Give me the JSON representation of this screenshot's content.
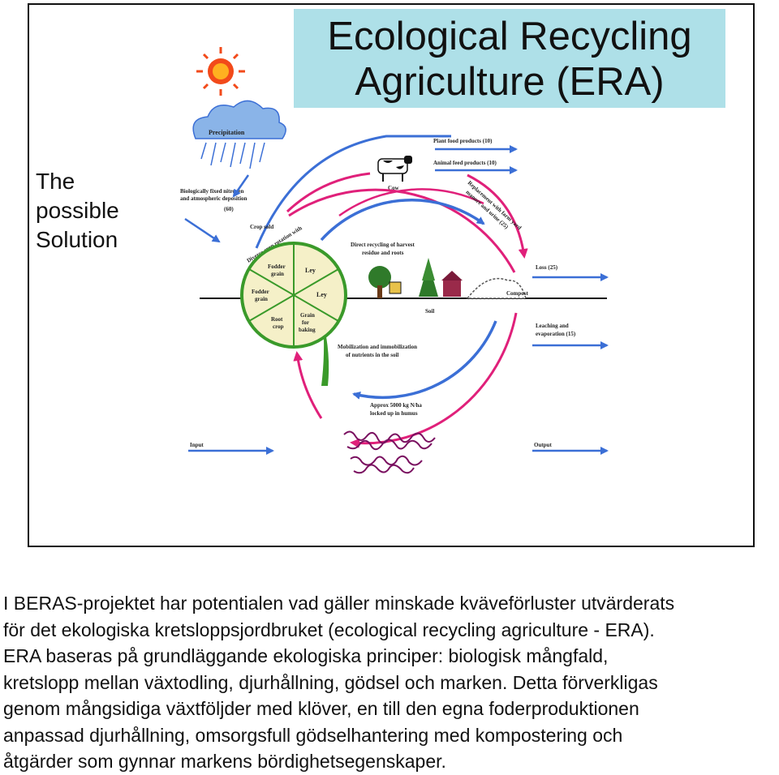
{
  "title": {
    "line1": "Ecological Recycling",
    "line2": "Agriculture (ERA)"
  },
  "side_label": [
    "The",
    "possible",
    "Solution"
  ],
  "diagram": {
    "labels": {
      "precipitation": "Precipitation",
      "bio_fixed_1": "Biologically fixed nitrogen",
      "bio_fixed_2": "and atmospheric deposition",
      "bio_fixed_3": "(60)",
      "crop_sold": "Crop sold",
      "diverse_rotation": "Diverse crop rotation with",
      "plant_food": "Plant food products (10)",
      "animal_feed": "Animal feed products (10)",
      "cow": "Cow",
      "replacement_1": "Replacement with farm yard",
      "replacement_2": "manure and urine (25)",
      "direct_recycling_1": "Direct recycling of harvest",
      "direct_recycling_2": "residue and roots",
      "loss": "Loss (25)",
      "compost": "Compost",
      "soil": "Soil",
      "leaching_1": "Leaching and",
      "leaching_2": "evaporation (15)",
      "mobilization_1": "Mobilization and immobilization",
      "mobilization_2": "of nutrients in the soil",
      "approx_1": "Approx 5000 kg N/ha",
      "approx_2": "locked up in humus",
      "input": "Input",
      "output": "Output"
    },
    "wheel": {
      "s1": "Fodder",
      "s1b": "grain",
      "s2": "Ley",
      "s3": "Ley",
      "s4a": "Grain",
      "s4b": "for",
      "s4c": "baking",
      "s5a": "Root",
      "s5b": "crop",
      "s6a": "Fodder",
      "s6b": "grain"
    },
    "colors": {
      "blue_arrow": "#3b6fd6",
      "magenta_arrow": "#e0207a",
      "wheel_fill": "#f5f0c8",
      "wheel_border": "#3a9a2a",
      "sun": "#f24a1a",
      "cloud": "#8ab4e8",
      "humus": "#7a1060"
    }
  },
  "caption": [
    "I BERAS-projektet har potentialen vad gäller minskade kväveförluster utvärderats",
    "för det ekologiska kretsloppsjordbruket (ecological recycling agriculture - ERA).",
    "ERA baseras på grundläggande ekologiska principer: biologisk mångfald,",
    "kretslopp mellan växtodling, djurhållning, gödsel och marken. Detta förverkligas",
    "genom mångsidiga växtföljder med klöver, en till den egna foderproduktionen",
    "anpassad djurhållning, omsorgsfull gödselhantering med kompostering och",
    "åtgärder som gynnar markens bördighetsegenskaper."
  ]
}
